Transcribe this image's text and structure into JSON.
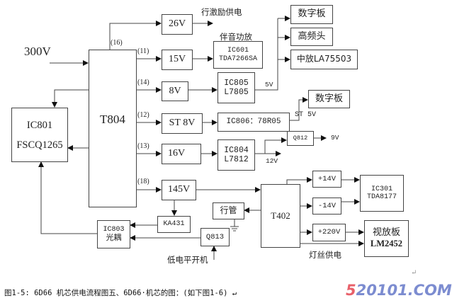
{
  "figure": {
    "input_label": "300V",
    "main_transformer": "T804",
    "controller": {
      "name": "IC801",
      "part": "FSCQ1265"
    },
    "pins": {
      "p16": "(16)",
      "p11": "(11)",
      "p14": "(14)",
      "p12": "(12)",
      "p13": "(13)",
      "p18": "(18)"
    },
    "rails": {
      "v26": "26V",
      "v15": "15V",
      "v8": "8V",
      "st8": "ST 8V",
      "v16": "16V",
      "v145": "145V"
    },
    "loads": {
      "line_drive_supply": "行激励供电",
      "audio_amp_label": "伴音功放",
      "ic601": {
        "name": "IC601",
        "part": "TDA7266SA"
      },
      "ic805": {
        "name": "IC805",
        "part": "L7805"
      },
      "v5_label": "5V",
      "digital_board_1": "数字板",
      "tuner": "高频头",
      "if_amp": "中放LA75503",
      "ic806": "IC806：78R05",
      "st5v_label": "ST 5V",
      "digital_board_2": "数字板",
      "q812": "Q812",
      "v9_label": "9V",
      "ic804": {
        "name": "IC804",
        "part": "L7812"
      },
      "v12_label": "12V"
    },
    "feedback": {
      "ka431": "KA431",
      "ic803": {
        "name": "IC803",
        "part": "光耦"
      },
      "q813": "Q813",
      "low_level_power_on": "低电平开机"
    },
    "flyback": {
      "h_output": "行管",
      "t402": "T402",
      "plus14": "+14V",
      "minus14": "-14V",
      "plus220": "+220V",
      "ic301": {
        "name": "IC301",
        "part": "TDA8177"
      },
      "video_board": {
        "name": "视放板",
        "part": "LM2452"
      },
      "heater_supply": "灯丝供电"
    }
  },
  "caption": "图1-5: 6D66 机芯供电流程图五、6D66·机芯的图：(如下图1-6) ↵",
  "return_mark": "↵",
  "watermark": {
    "prefix": "5",
    "rest": "20101.COM",
    "prefix_color": "#e8606a",
    "rest_color": "#7c8cd0"
  }
}
